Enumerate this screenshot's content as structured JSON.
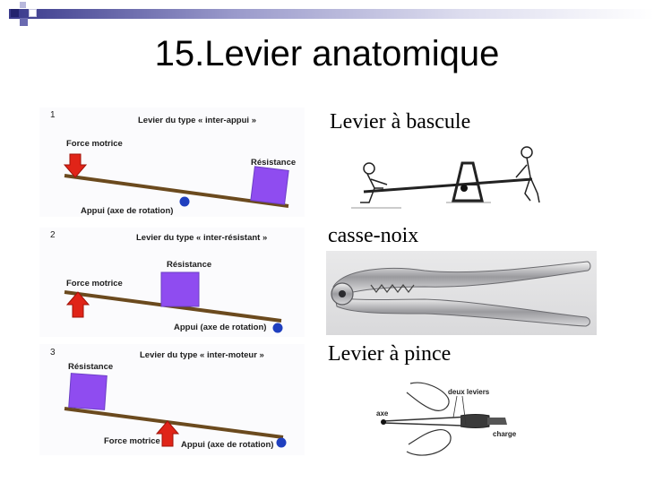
{
  "slide": {
    "title": "15.Levier anatomique"
  },
  "levers": [
    {
      "number": "1",
      "type_label": "Levier du type « inter-appui »",
      "labels": {
        "force": "Force motrice",
        "resistance": "Résistance",
        "fulcrum": "Appui (axe de rotation)"
      }
    },
    {
      "number": "2",
      "type_label": "Levier du type « inter-résistant »",
      "labels": {
        "force": "Force motrice",
        "resistance": "Résistance",
        "fulcrum": "Appui (axe de rotation)"
      }
    },
    {
      "number": "3",
      "type_label": "Levier du type « inter-moteur »",
      "labels": {
        "force": "Force motrice",
        "resistance": "Résistance",
        "fulcrum": "Appui (axe de rotation)"
      }
    }
  ],
  "examples": {
    "bascule": {
      "caption": "Levier à bascule"
    },
    "cassenoix": {
      "caption": "casse-noix"
    },
    "pince": {
      "caption": "Levier à pince",
      "label_levers": "deux leviers",
      "label_axis": "axe",
      "label_load": "charge"
    }
  },
  "colors": {
    "lever_bar": "#6b4a1e",
    "resistance_box": "#8f4cf0",
    "fulcrum_dot": "#1f3fbf",
    "force_arrow": "#e02418",
    "corner_squares": "#2a2a80",
    "header_gradient_end": "#e8e8f4"
  },
  "icons": [
    "corner-decoration",
    "down-arrow-icon",
    "up-arrow-icon",
    "fulcrum-dot"
  ]
}
